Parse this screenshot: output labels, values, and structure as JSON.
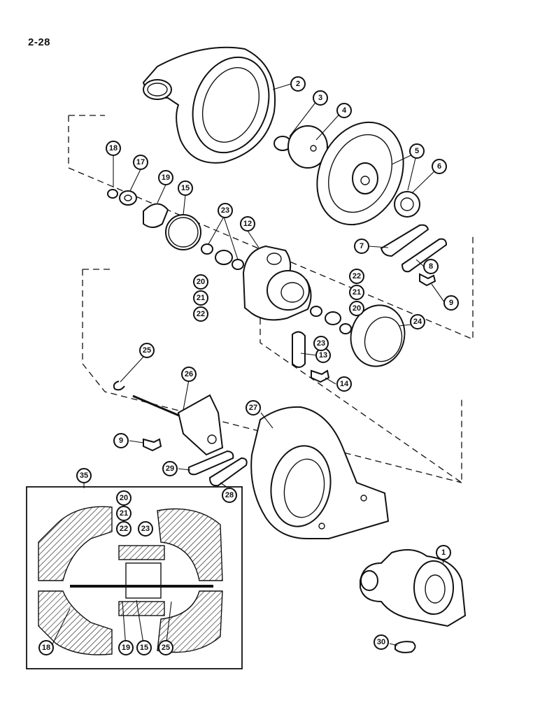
{
  "page_number": "2-28",
  "callouts": [
    "1",
    "2",
    "3",
    "4",
    "5",
    "6",
    "7",
    "8",
    "9",
    "9",
    "12",
    "13",
    "14",
    "15",
    "15",
    "17",
    "18",
    "18",
    "19",
    "19",
    "20",
    "20",
    "20",
    "21",
    "21",
    "21",
    "22",
    "22",
    "22",
    "23",
    "23",
    "23",
    "24",
    "25",
    "25",
    "26",
    "27",
    "28",
    "29",
    "30",
    "35"
  ]
}
